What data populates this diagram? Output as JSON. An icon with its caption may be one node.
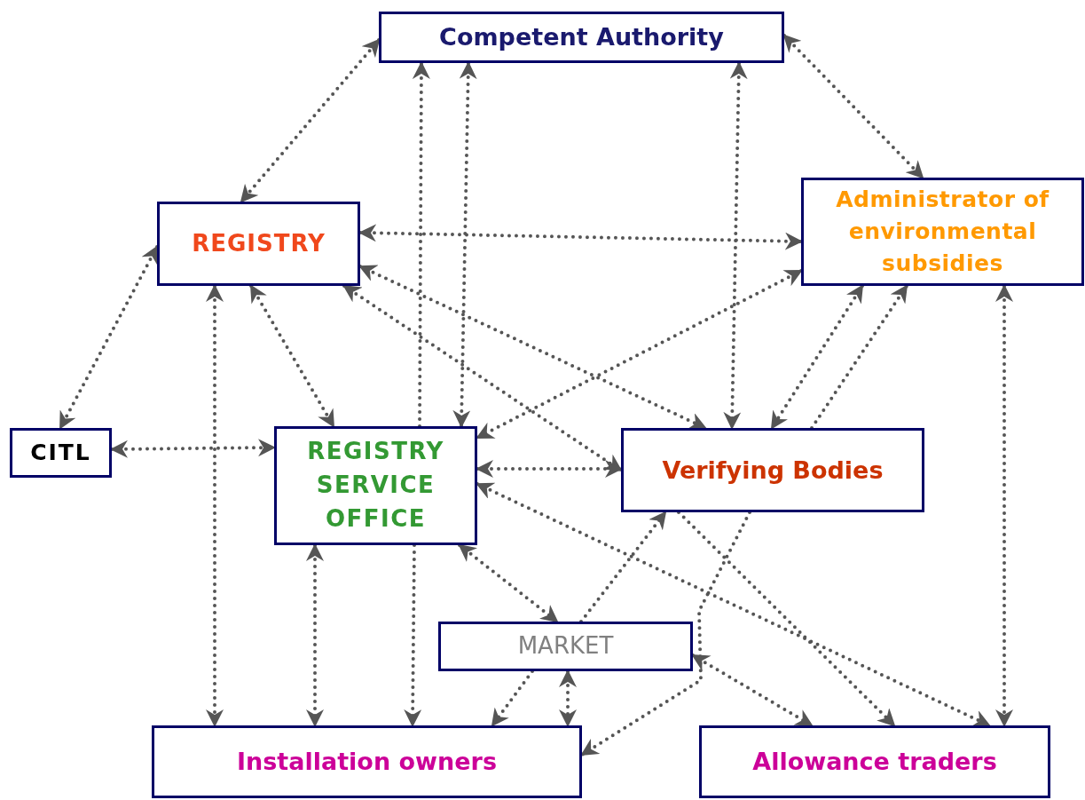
{
  "diagram": {
    "nodes": [
      {
        "text": [
          "Competent Authority"
        ]
      },
      {
        "text": [
          "REGISTRY"
        ]
      },
      {
        "text": [
          "Administrator of environmental subsidies"
        ]
      },
      {
        "text": [
          "CITL"
        ]
      },
      {
        "text": [
          "REGISTRY SERVICE OFFICE"
        ]
      },
      {
        "text": [
          "Verifying Bodies"
        ]
      },
      {
        "text": [
          "MARKET"
        ]
      },
      {
        "text": [
          "Installation owners"
        ]
      },
      {
        "text": [
          "Allowance traders"
        ]
      }
    ],
    "edges": [
      {
        "from": 0,
        "to": 1,
        "arrow": "both"
      },
      {
        "from": 0,
        "to": 2,
        "arrow": "both"
      },
      {
        "from": 0,
        "to": 4,
        "arrow": "both"
      },
      {
        "from": 4,
        "to": 0,
        "arrow": "to"
      },
      {
        "from": 0,
        "to": 5,
        "arrow": "both"
      },
      {
        "from": 1,
        "to": 2,
        "arrow": "both"
      },
      {
        "from": 1,
        "to": 5,
        "arrow": "both"
      },
      {
        "from": 1,
        "to": 5,
        "arrow": "both"
      },
      {
        "from": 1,
        "to": 3,
        "arrow": "both"
      },
      {
        "from": 1,
        "to": 4,
        "arrow": "both"
      },
      {
        "from": 1,
        "to": 7,
        "arrow": "both"
      },
      {
        "from": 2,
        "to": 4,
        "arrow": "both"
      },
      {
        "from": 2,
        "to": 5,
        "arrow": "both"
      },
      {
        "from": 5,
        "to": 2,
        "arrow": "to"
      },
      {
        "from": 2,
        "to": 8,
        "arrow": "both"
      },
      {
        "from": 3,
        "to": 4,
        "arrow": "both"
      },
      {
        "from": 4,
        "to": 5,
        "arrow": "both"
      },
      {
        "from": 4,
        "to": 8,
        "arrow": "both"
      },
      {
        "from": 4,
        "to": 6,
        "arrow": "both"
      },
      {
        "from": 4,
        "to": 7,
        "arrow": "both"
      },
      {
        "from": 6,
        "to": 5,
        "arrow": "to"
      },
      {
        "from": 5,
        "to": 8,
        "arrow": "to"
      },
      {
        "from": 6,
        "to": 7,
        "arrow": "both"
      },
      {
        "from": 6,
        "to": 8,
        "arrow": "both"
      },
      {
        "from": 4,
        "to": 7,
        "arrow": "to"
      },
      {
        "from": 5,
        "to": 7,
        "arrow": "to"
      },
      {
        "from": 6,
        "to": 7,
        "arrow": "to"
      }
    ]
  }
}
